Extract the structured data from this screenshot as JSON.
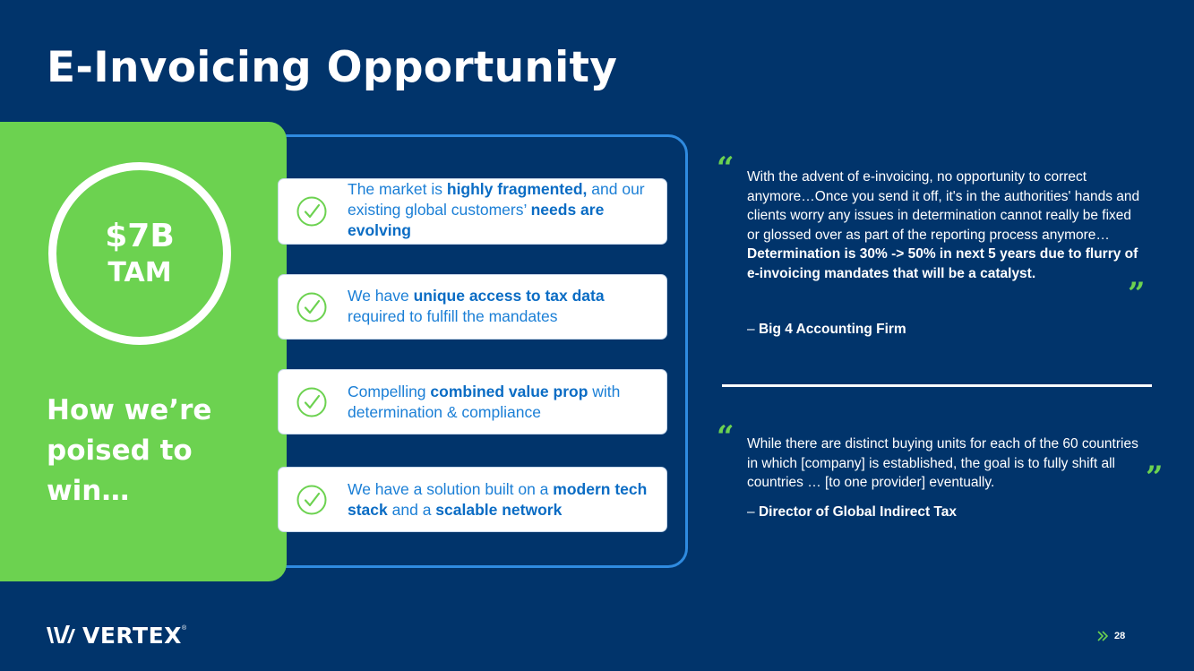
{
  "title": "E-Invoicing Opportunity",
  "tam": {
    "amount": "$7B",
    "label": "TAM"
  },
  "poised": {
    "line1": "How we’re",
    "line2": "poised to win…"
  },
  "cards": [
    {
      "p1": "The market is ",
      "b1": "highly fragmented,",
      "p2": " and our existing global customers’ ",
      "b2": "needs are evolving",
      "p3": ""
    },
    {
      "p1": "We have ",
      "b1": "unique access to tax data",
      "p2": " required to fulfill the mandates",
      "b2": "",
      "p3": ""
    },
    {
      "p1": "Compelling ",
      "b1": "combined value prop",
      "p2": " with determination & compliance",
      "b2": "",
      "p3": ""
    },
    {
      "p1": "We have a solution built on a ",
      "b1": "modern tech stack",
      "p2": " and a ",
      "b2": "scalable network",
      "p3": ""
    }
  ],
  "quotes": [
    {
      "text": "With the advent of e-invoicing, no opportunity to correct anymore…Once you send it off, it's in the authorities' hands and clients worry any issues in determination cannot really be fixed or glossed over as part of the reporting process anymore…",
      "bold": "Determination is 30% -> 50% in next 5 years due to flurry of e-invoicing mandates that will be a catalyst.",
      "dash": "– ",
      "source": "Big 4 Accounting Firm"
    },
    {
      "text": "While there are distinct buying units for each of the 60 countries in which [company] is established, the goal is to fully shift all countries … [to one provider] eventually.",
      "bold": "",
      "dash": "– ",
      "source": "Director of Global Indirect Tax"
    }
  ],
  "quote_marks": {
    "open": "“",
    "close": "”"
  },
  "logo": {
    "word": "VERTEX",
    "reg": "®"
  },
  "page_number": "28",
  "colors": {
    "background": "#01346b",
    "green": "#6cd250",
    "blue_text": "#1b7fd6",
    "panel_border": "#2f8be0"
  }
}
